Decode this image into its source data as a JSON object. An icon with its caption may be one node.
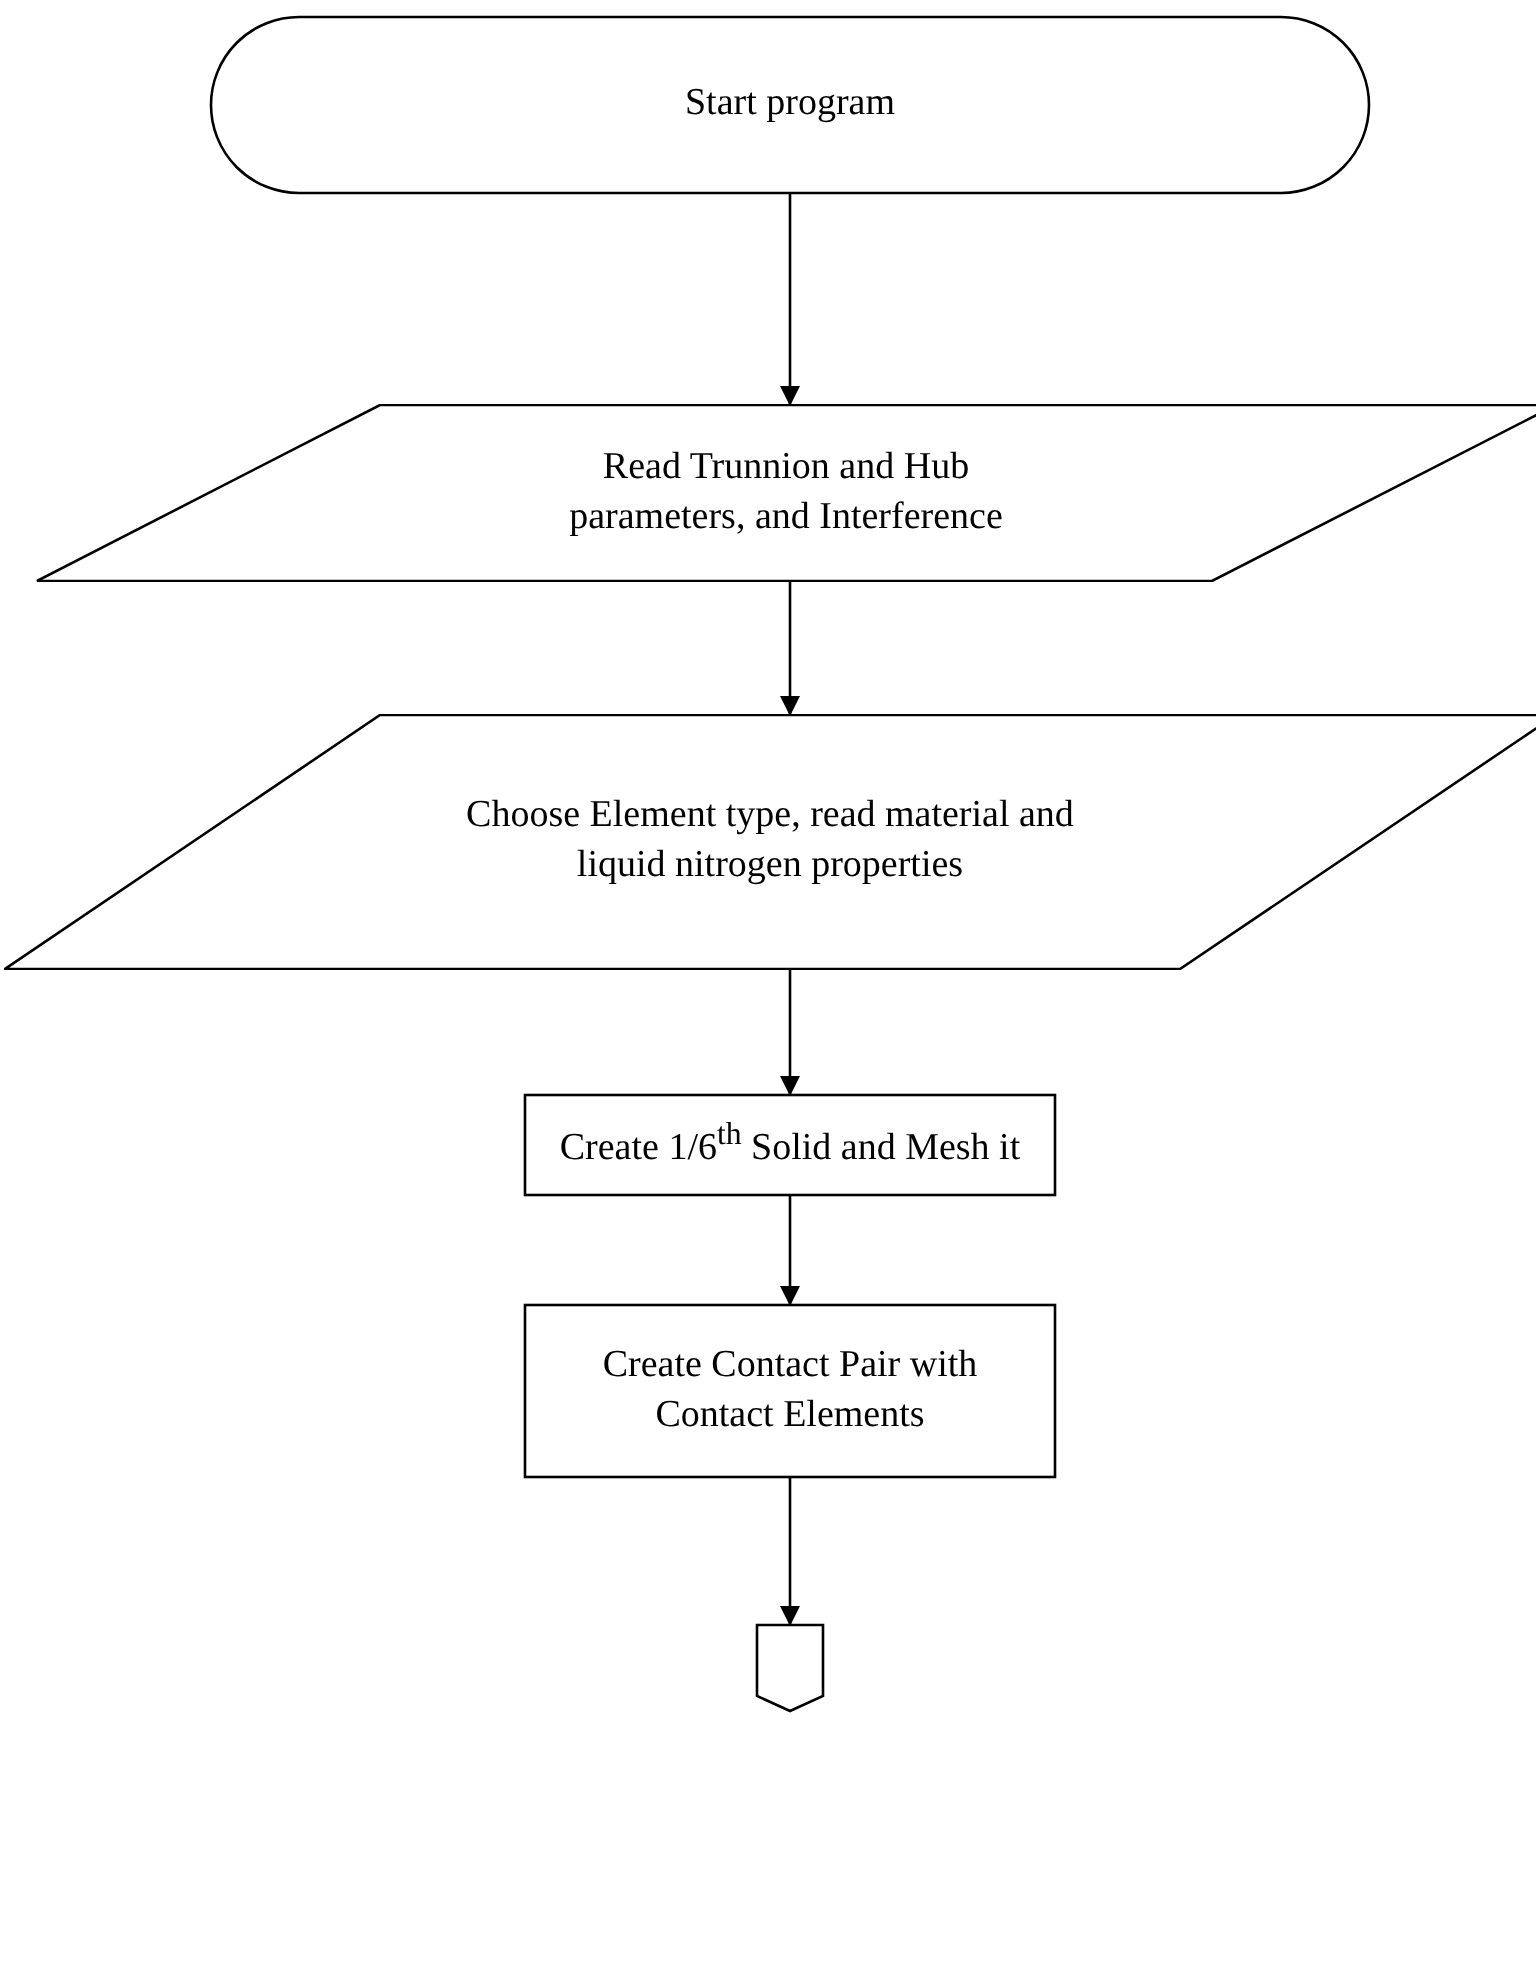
{
  "diagram": {
    "nodes": [
      {
        "text": [
          "Start program"
        ]
      },
      {
        "text": [
          "Read Trunnion and Hub parameters, and Interference"
        ]
      },
      {
        "text": [
          "Choose Element type, read material and liquid nitrogen properties"
        ]
      },
      {
        "text": [
          "Create 1/6$^{th}$ Solid and Mesh it"
        ]
      },
      {
        "text": [
          "Create Contact Pair with Contact Elements"
        ]
      },
      {
        "text": [],
        "shape": "pentagon"
      }
    ],
    "edges": [
      {
        "from": 0,
        "to": 1,
        "arrow": "to"
      },
      {
        "from": 1,
        "to": 2,
        "arrow": "to"
      },
      {
        "from": 2,
        "to": 3,
        "arrow": "to"
      },
      {
        "from": 3,
        "to": 4,
        "arrow": "to"
      },
      {
        "from": 4,
        "to": 5,
        "arrow": "to"
      }
    ]
  }
}
